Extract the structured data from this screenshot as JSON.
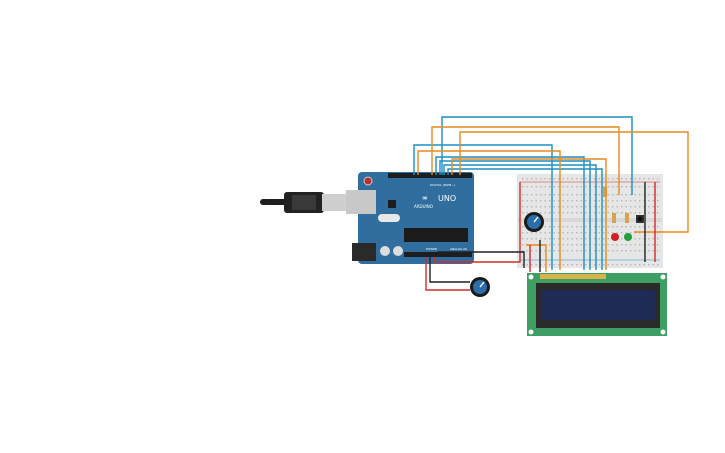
{
  "canvas": {
    "background": "#ffffff"
  },
  "arduino": {
    "model_label": "UNO",
    "brand_label": "ARDUINO",
    "digital_label": "DIGITAL (PWM~)",
    "power_label": "POWER",
    "analog_label": "ANALOG IN",
    "board_color": "#2f6e9e"
  },
  "usb_cable": {
    "icon": "usb-plug-icon",
    "color": "#1e1e1e"
  },
  "breadboard": {
    "color": "#e6e6e6"
  },
  "lcd": {
    "pcb_color": "#3f9e63",
    "screen_color": "#1f2b55"
  },
  "potentiometers": [
    {
      "name": "pot-breadboard",
      "icon": "knob-icon",
      "color": "#2b6ea8"
    },
    {
      "name": "pot-external",
      "icon": "knob-icon",
      "color": "#2b6ea8"
    }
  ],
  "leds": [
    {
      "name": "led-red",
      "color": "#d02020"
    },
    {
      "name": "led-green",
      "color": "#1fa03a"
    }
  ],
  "wire_colors": {
    "blue": "#1a8fc4",
    "orange": "#e68a1f",
    "red": "#d42a2a",
    "black": "#222222"
  }
}
